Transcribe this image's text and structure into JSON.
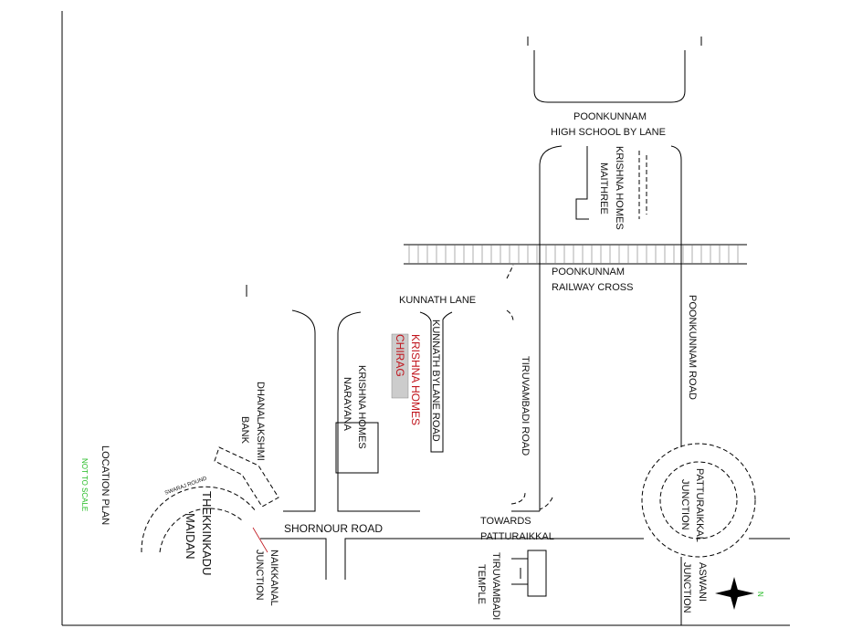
{
  "title": "LOCATION PLAN",
  "note": "NOT TO SCALE",
  "labels": {
    "high_school_lane_1": "POONKUNNAM",
    "high_school_lane_2": "HIGH SCHOOL BY LANE",
    "maithree_1": "KRISHNA HOMES",
    "maithree_2": "MAITHREE",
    "railway_1": "POONKUNNAM",
    "railway_2": "RAILWAY CROSS",
    "kunnath_lane": "KUNNATH LANE",
    "kunnath_bylane_road": "KUNNATH BYLANE ROAD",
    "chirag_1": "KRISHNA HOMES",
    "chirag_2": "CHIRAG",
    "narayana_1": "KRISHNA HOMES",
    "narayana_2": "NARAYANA",
    "tiruvambadi_road": "TIRUVAMBADI ROAD",
    "poonkunnam_road": "POONKUNNAM ROAD",
    "bank_1": "DHANALAKSHMI",
    "bank_2": "BANK",
    "swaraj_round": "SWARAJ ROUND",
    "maidan_1": "THEKKINKADU",
    "maidan_2": "MAIDAN",
    "shornour_road": "SHORNOUR ROAD",
    "naikkanal_1": "NAIKKANAL",
    "naikkanal_2": "JUNCTION",
    "towards_1": "TOWARDS",
    "towards_2": "PATTURAIKKAL",
    "temple_1": "TIRUVAMBADI",
    "temple_2": "TEMPLE",
    "patturaikkal_1": "PATTURAIKKAL",
    "patturaikkal_2": "JUNCTION",
    "aswani_1": "ASWANI",
    "aswani_2": "JUNCTION",
    "north": "N"
  },
  "colors": {
    "highlight": "#c0141c",
    "north": "#22bb22"
  }
}
